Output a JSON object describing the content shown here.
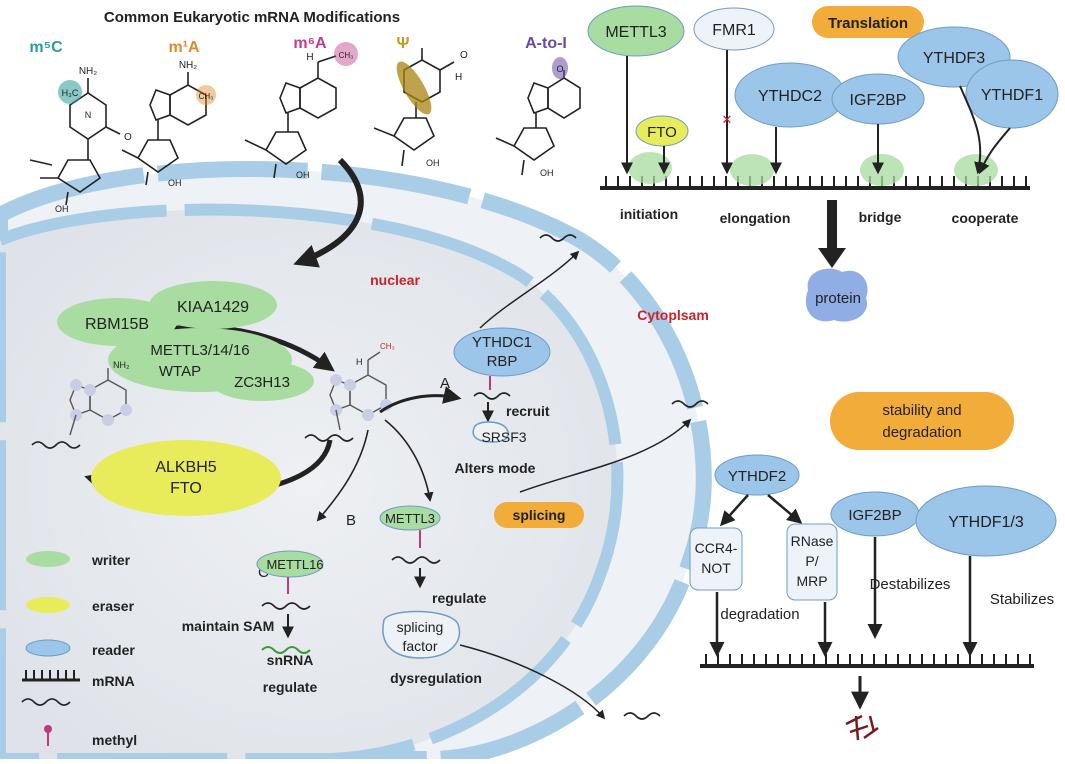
{
  "header": {
    "title": "Common Eukaryotic mRNA Modifications"
  },
  "modifications": [
    {
      "label": "m⁵C",
      "color": "#2a9d9b"
    },
    {
      "label": "m¹A",
      "color": "#e08a2a"
    },
    {
      "label": "m⁶A",
      "color": "#c23c8a"
    },
    {
      "label": "Ψ",
      "color": "#c79a1c"
    },
    {
      "label": "A-to-I",
      "color": "#6a4aa8"
    }
  ],
  "chem": {
    "ch3": "CH₃",
    "h3c": "H₃C",
    "oh": "OH",
    "o": "O",
    "n": "N",
    "nh2": "NH₂",
    "h": "H"
  },
  "cell": {
    "nuclear": "nuclear",
    "cytoplasm": "Cytoplsam"
  },
  "writers": [
    "RBM15B",
    "KIAA1429",
    "METTL3/14/16",
    "WTAP",
    "ZC3H13"
  ],
  "eraser": [
    "ALKBH5",
    "FTO"
  ],
  "pathway_a": {
    "letter": "A",
    "reader": [
      "YTHDC1",
      "RBP"
    ],
    "verb": "recruit",
    "factor": "SRSF3",
    "outcome": "Alters mode"
  },
  "pathway_b": {
    "letter": "B",
    "writer": "METTL3",
    "verb": "regulate",
    "factor": [
      "splicing",
      "factor"
    ],
    "outcome": "dysregulation"
  },
  "pathway_c": {
    "letter": "C",
    "writer": "METTL16",
    "verb": "maintain SAM",
    "product": "snRNA",
    "outcome": "regulate"
  },
  "splicing_label": "splicing",
  "legend": [
    {
      "key": "writer",
      "color": "#a8dca0"
    },
    {
      "key": "eraser",
      "color": "#e9ec5a"
    },
    {
      "key": "reader",
      "color": "#9cc5ea"
    },
    {
      "key": "mRNA"
    },
    {
      "key": "methyl"
    }
  ],
  "translation": {
    "title": "Translation",
    "proteins": [
      "METTL3",
      "FMR1",
      "YTHDC2",
      "IGF2BP",
      "YTHDF3",
      "YTHDF1",
      "FTO"
    ],
    "steps": [
      "initiation",
      "elongation",
      "bridge",
      "cooperate"
    ],
    "product": "protein"
  },
  "stability": {
    "title": [
      "stability and",
      "degradation"
    ],
    "readers": [
      "YTHDF2",
      "IGF2BP",
      "YTHDF1/3"
    ],
    "complex1": [
      "CCR4-",
      "NOT"
    ],
    "complex2": [
      "RNase",
      "P/",
      "MRP"
    ],
    "actions": [
      "degradation",
      "Destabilizes",
      "Stabilizes"
    ]
  },
  "colors": {
    "writer": "#a8dca0",
    "eraser": "#e9ec5a",
    "reader": "#9cc5ea",
    "orange_box": "#f2ac3a",
    "cell_fill": "#e2e6ec",
    "membrane": "#a9cde6",
    "red_text": "#c8232c",
    "methyl": "#c0397c"
  }
}
